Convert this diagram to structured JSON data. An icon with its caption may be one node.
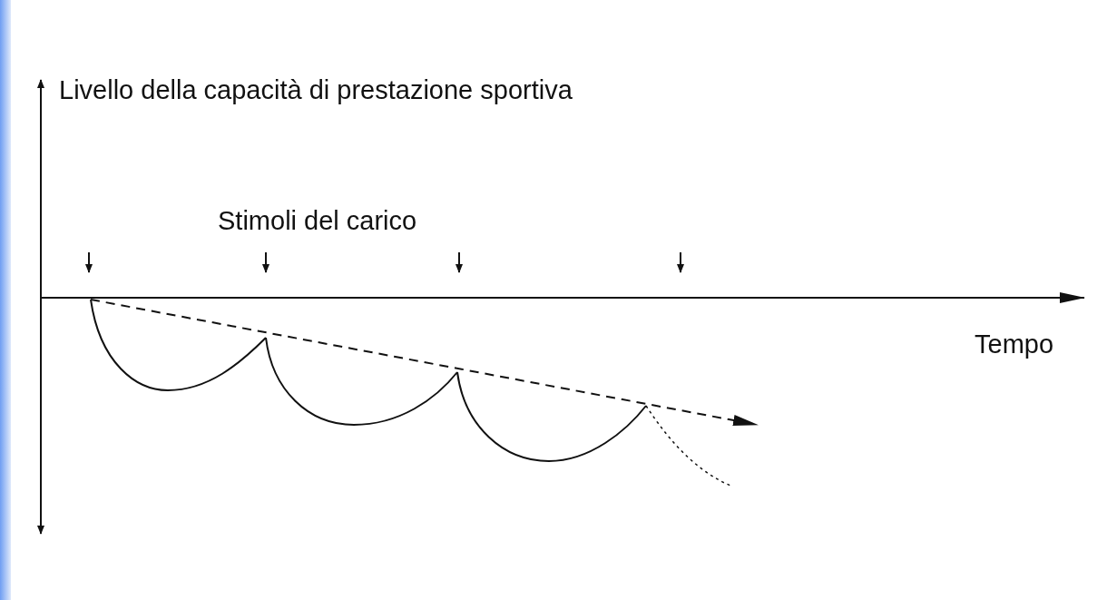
{
  "diagram": {
    "labels": [
      "Livello della capacità di prestazione sportiva",
      "Stimoli del carico",
      "Tempo"
    ]
  }
}
